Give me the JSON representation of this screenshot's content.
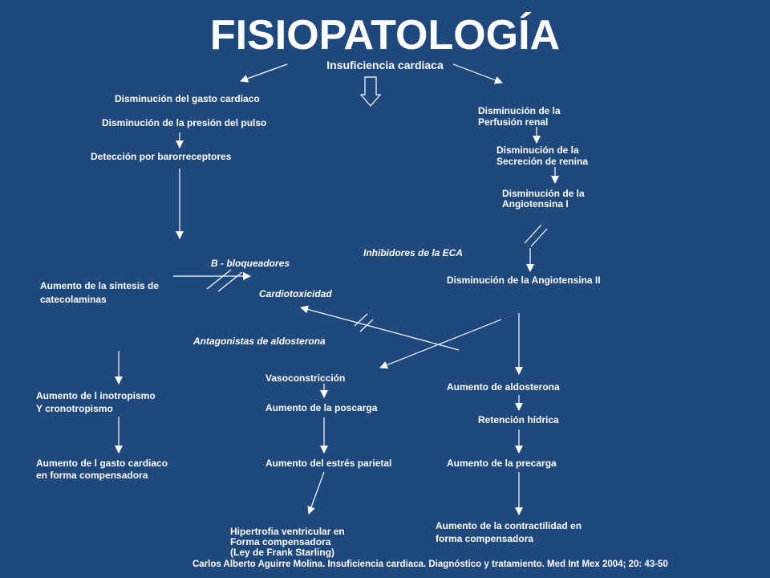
{
  "title": "FISIOPATOLOGÍA",
  "root": "Insuficiencia cardiaca",
  "nodes": {
    "gasto": "Disminución del gasto cardiaco",
    "presion": "Disminución de la presión del pulso",
    "baro": "Detección por barorreceptores",
    "perfusion_1": "Disminución de la",
    "perfusion_2": "Perfusión renal",
    "renina_1": "Disminución de la",
    "renina_2": "Secreción de renina",
    "angio1_1": "Disminución de la",
    "angio1_2": "Angiotensina I",
    "angio2": "Disminución de la Angiotensina II",
    "catecol_1": "Aumento de la síntesis de",
    "catecol_2": "catecolaminas",
    "inotrop_1": "Aumento de l inotropismo",
    "inotrop_2": "Y cronotropismo",
    "gastocomp_1": "Aumento de l gasto cardiaco",
    "gastocomp_2": "en forma compensadora",
    "vaso": "Vasoconstricción",
    "poscarga": "Aumento de la poscarga",
    "estres": "Aumento del estrés parietal",
    "hiper_1": "Hipertrofia ventricular en",
    "hiper_2": "Forma compensadora",
    "hiper_3": "(Ley de Frank Starling)",
    "aldo": "Aumento de aldosterona",
    "retencion": "Retención hídrica",
    "precarga": "Aumento de la precarga",
    "contract_1": "Aumento de la contractilidad en",
    "contract_2": "forma compensadora"
  },
  "drugs": {
    "bblock": "B - bloqueadores",
    "cardiotox": "Cardiotoxicidad",
    "ieca": "Inhibidores de la ECA",
    "antialdo": "Antagonistas  de aldosterona"
  },
  "reference": "Carlos Alberto Aguirre Molina. Insuficiencia cardiaca. Diagnóstico y tratamiento. Med Int Mex 2004; 20: 43-50"
}
